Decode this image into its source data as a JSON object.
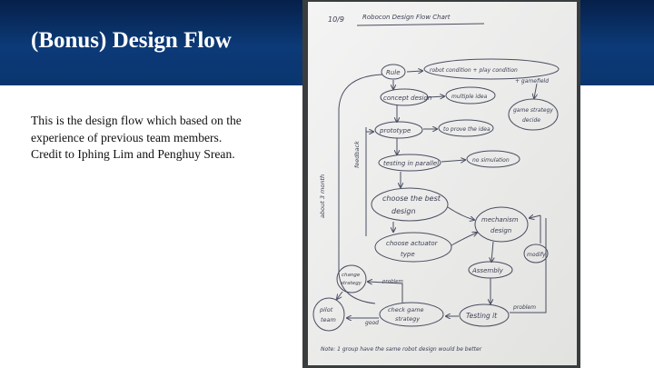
{
  "slide": {
    "title": "(Bonus) Design Flow",
    "description_lines": [
      "This is the design flow which based on the",
      "experience of previous team members.",
      "Credit to Iphing Lim and Penghuy Srean."
    ]
  },
  "photo": {
    "header": {
      "date": "10/9",
      "title": "Robocon Design Flow Chart"
    },
    "nodes": {
      "rule": "Rule",
      "robot_condition": "robot condition + play condition",
      "gamefield": "+ gamefield",
      "concept_design": "concept design",
      "multiple_idea": "multiple idea",
      "game_strategy": "game strategy",
      "decide": "decide",
      "prototype": "prototype",
      "to_prove": "to prove the idea",
      "testing": "testing in parallel",
      "no_simulation": "no simulation",
      "choose_best_1": "choose the best",
      "choose_best_2": "design",
      "choose_actuator_1": "choose actuator",
      "choose_actuator_2": "type",
      "mechanism_1": "mechanism",
      "mechanism_2": "design",
      "modify": "modify",
      "assembly": "Assembly",
      "change_strategy_1": "change",
      "change_strategy_2": "strategy",
      "pilot_1": "pilot",
      "pilot_2": "team",
      "check_strategy_1": "check game",
      "check_strategy_2": "strategy",
      "testing_it": "Testing it",
      "problem_1": "problem",
      "problem_2": "problem",
      "good": "good"
    },
    "side_labels": {
      "about": "about 3 month",
      "feedback": "feedback"
    },
    "note": "Note: 1 group have the same robot design would be better"
  }
}
